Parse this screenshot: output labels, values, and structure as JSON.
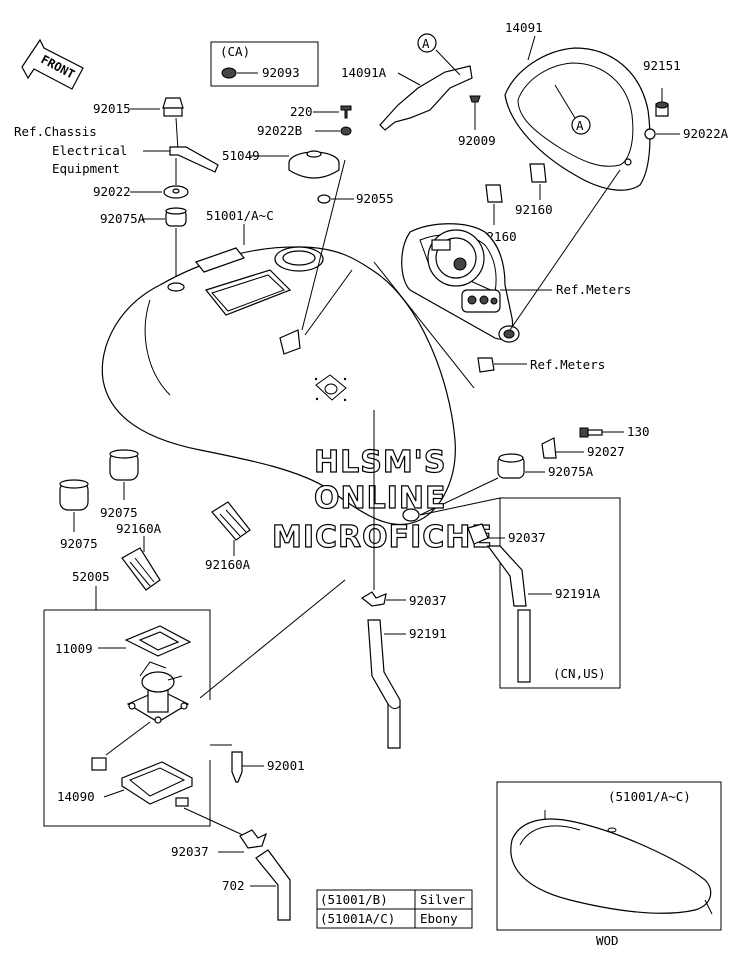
{
  "front_arrow": "FRONT",
  "labels": {
    "ca_box": "(CA)",
    "p92093": "92093",
    "p14091A": "14091A",
    "pA1": "A",
    "pA2": "A",
    "p14091": "14091",
    "p92151": "92151",
    "p92015": "92015",
    "ref_chassis_1": "Ref.Chassis",
    "ref_chassis_2": "Electrical",
    "ref_chassis_3": "Equipment",
    "p220": "220",
    "p92022B": "92022B",
    "p92009": "92009",
    "p92022A": "92022A",
    "p51049": "51049",
    "p92022": "92022",
    "p92055": "92055",
    "p92075A_top": "92075A",
    "p51001": "51001/A~C",
    "p92160_r": "92160",
    "p92160_l": "92160",
    "ref_meters_1": "Ref.Meters",
    "ref_meters_2": "Ref.Meters",
    "p130": "130",
    "p92027": "92027",
    "p92075A_r": "92075A",
    "p92075_a": "92075",
    "p92160A_a": "92160A",
    "p92075_b": "92075",
    "p92160A_b": "92160A",
    "p92037_a": "92037",
    "p52005": "52005",
    "p92037_b": "92037",
    "p92191A": "92191A",
    "p11009": "11009",
    "p92191": "92191",
    "cn_us": "(CN,US)",
    "p92001": "92001",
    "p14090": "14090",
    "p51001_wod": "(51001/A~C)",
    "p92037_c": "92037",
    "p702": "702",
    "wod": "WOD"
  },
  "color_table": [
    {
      "code": "(51001/B)",
      "color": "Silver"
    },
    {
      "code": "(51001A/C)",
      "color": "Ebony"
    }
  ],
  "watermark": [
    "HLSM'S",
    "ONLINE",
    "MICROFICHE"
  ]
}
